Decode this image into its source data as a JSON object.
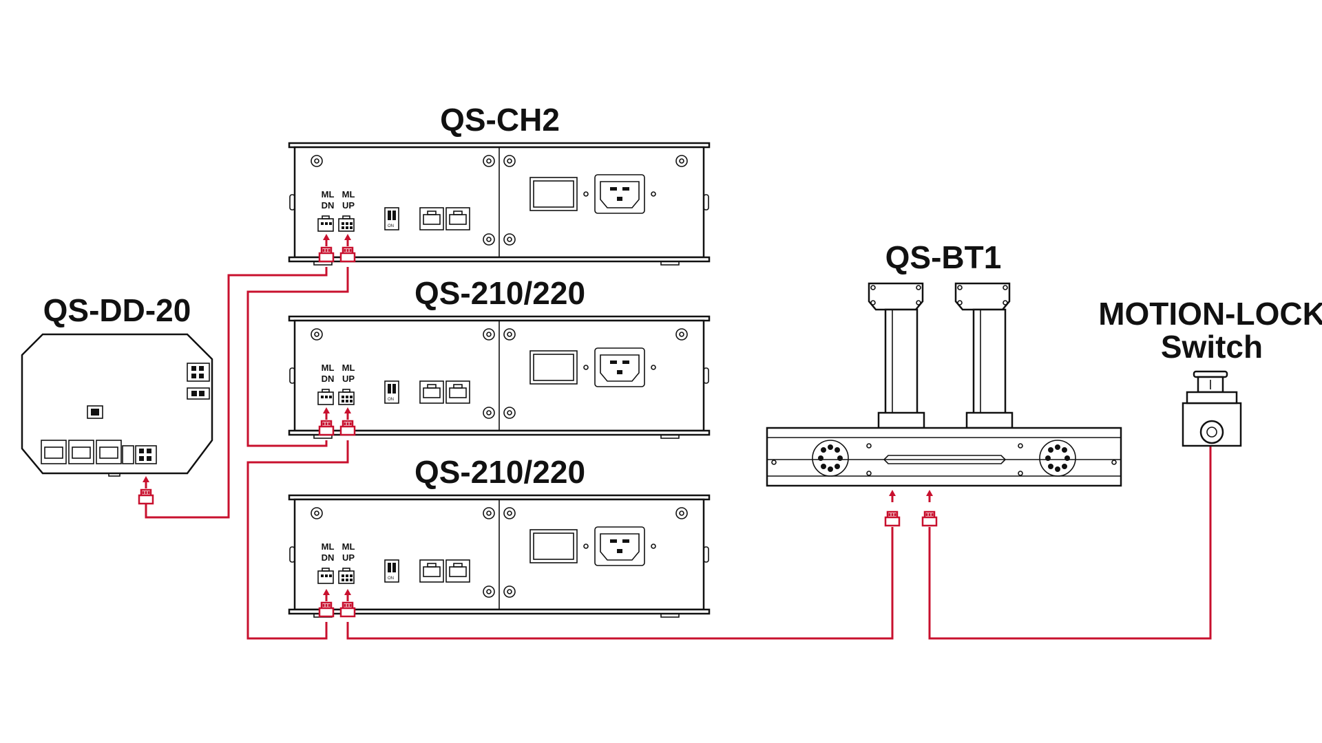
{
  "devices": {
    "qs_ch2": {
      "title": "QS-CH2",
      "ml_dn": "ML\nDN",
      "ml_up": "ML\nUP",
      "ml_label": "ML",
      "dn_label": "DN",
      "up_label": "UP"
    },
    "qs_210_a": {
      "title": "QS-210/220",
      "ml_label": "ML",
      "dn_label": "DN",
      "up_label": "UP"
    },
    "qs_210_b": {
      "title": "QS-210/220",
      "ml_label": "ML",
      "dn_label": "DN",
      "up_label": "UP"
    },
    "qs_dd20": {
      "title": "QS-DD-20"
    },
    "qs_bt1": {
      "title": "QS-BT1"
    },
    "motion_lock": {
      "title_line1": "MOTION-LOCK",
      "title_line2": "Switch"
    }
  },
  "dip_label": "ON",
  "colors": {
    "wire": "#c8102e",
    "outline": "#111111",
    "background": "#ffffff"
  }
}
